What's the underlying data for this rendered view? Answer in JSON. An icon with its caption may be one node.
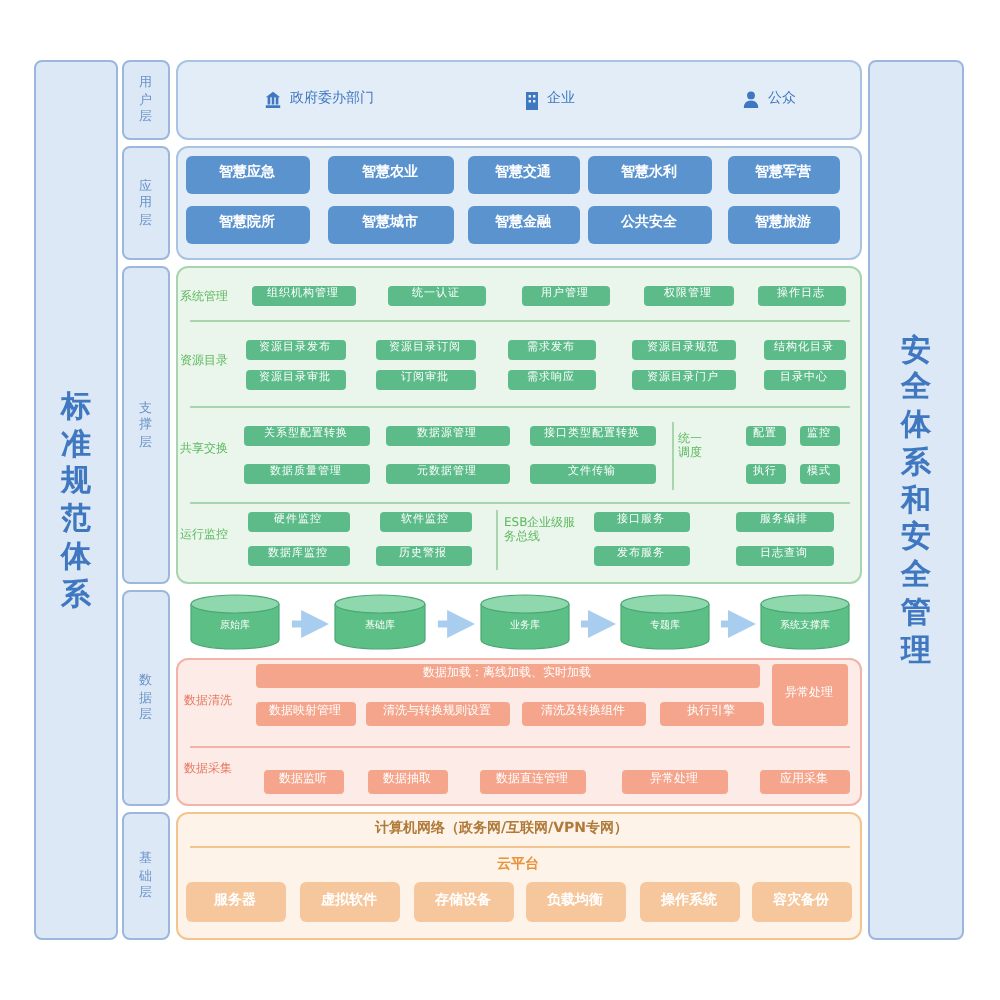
{
  "diagram": {
    "nodes": [
      {
        "text": [
          "标准规范体系"
        ]
      },
      {
        "text": [
          "用户层"
        ]
      },
      {
        "text": [],
        "shape": "box"
      },
      {
        "text": [
          "政府委办部门"
        ],
        "in": 2
      },
      {
        "text": [
          "企业"
        ],
        "in": 2
      },
      {
        "text": [
          "公众"
        ],
        "in": 2
      },
      {
        "text": [
          "应用层"
        ]
      },
      {
        "text": [],
        "shape": "box"
      },
      {
        "text": [
          "智慧应急"
        ],
        "in": 7
      },
      {
        "text": [
          "智慧农业"
        ],
        "in": 7
      },
      {
        "text": [
          "智慧交通"
        ],
        "in": 7
      },
      {
        "text": [
          "智慧水利"
        ],
        "in": 7
      },
      {
        "text": [
          "智慧军营"
        ],
        "in": 7
      },
      {
        "text": [
          "智慧院所"
        ],
        "in": 7
      },
      {
        "text": [
          "智慧城市"
        ],
        "in": 7
      },
      {
        "text": [
          "智慧金融"
        ],
        "in": 7
      },
      {
        "text": [
          "公共安全"
        ],
        "in": 7
      },
      {
        "text": [
          "智慧旅游"
        ],
        "in": 7
      },
      {
        "text": [
          "支撑层"
        ]
      },
      {
        "text": [],
        "shape": "box"
      },
      {
        "text": [
          "组织机构管理"
        ],
        "in": 19
      },
      {
        "text": [
          "统一认证"
        ],
        "in": 19
      },
      {
        "text": [
          "用户管理"
        ],
        "in": 19
      },
      {
        "text": [
          "权限管理"
        ],
        "in": 19
      },
      {
        "text": [
          "操作日志"
        ],
        "in": 19
      },
      {
        "text": [
          "资源目录发布"
        ],
        "in": 19
      },
      {
        "text": [
          "资源目录订阅"
        ],
        "in": 19
      },
      {
        "text": [
          "需求发布"
        ],
        "in": 19
      },
      {
        "text": [
          "资源目录规范"
        ],
        "in": 19
      },
      {
        "text": [
          "结构化目录"
        ],
        "in": 19
      },
      {
        "text": [
          "资源目录审批"
        ],
        "in": 19
      },
      {
        "text": [
          "订阅审批"
        ],
        "in": 19
      },
      {
        "text": [
          "需求响应"
        ],
        "in": 19
      },
      {
        "text": [
          "资源目录门户"
        ],
        "in": 19
      },
      {
        "text": [
          "目录中心"
        ],
        "in": 19
      },
      {
        "text": [
          "关系型配置转换"
        ],
        "in": 19
      },
      {
        "text": [
          "数据源管理"
        ],
        "in": 19
      },
      {
        "text": [
          "接口类型配置转换"
        ],
        "in": 19
      },
      {
        "text": [
          "数据质量管理"
        ],
        "in": 19
      },
      {
        "text": [
          "元数据管理"
        ],
        "in": 19
      },
      {
        "text": [
          "文件传输"
        ],
        "in": 19
      },
      {
        "text": [
          "配置"
        ],
        "in": 19
      },
      {
        "text": [
          "监控"
        ],
        "in": 19
      },
      {
        "text": [
          "执行"
        ],
        "in": 19
      },
      {
        "text": [
          "模式"
        ],
        "in": 19
      },
      {
        "text": [
          "硬件监控"
        ],
        "in": 19
      },
      {
        "text": [
          "软件监控"
        ],
        "in": 19
      },
      {
        "text": [
          "数据库监控"
        ],
        "in": 19
      },
      {
        "text": [
          "历史警报"
        ],
        "in": 19
      },
      {
        "text": [
          "接口服务"
        ],
        "in": 19
      },
      {
        "text": [
          "服务编排"
        ],
        "in": 19
      },
      {
        "text": [
          "发布服务"
        ],
        "in": 19
      },
      {
        "text": [
          "日志查询"
        ],
        "in": 19
      },
      {
        "text": [
          "数据层"
        ]
      },
      {
        "text": [
          "原始库"
        ]
      },
      {
        "text": [
          "基础库"
        ]
      },
      {
        "text": [
          "业务库"
        ]
      },
      {
        "text": [
          "专题库"
        ]
      },
      {
        "text": [
          "系统支撑库"
        ]
      },
      {
        "text": [],
        "shape": "box"
      },
      {
        "text": [
          "数据加载：离线加载、实时加载"
        ],
        "in": 59
      },
      {
        "text": [
          "异常处理"
        ],
        "in": 59
      },
      {
        "text": [
          "数据映射管理"
        ],
        "in": 59
      },
      {
        "text": [
          "清洗与转换规则设置"
        ],
        "in": 59
      },
      {
        "text": [
          "清洗及转换组件"
        ],
        "in": 59
      },
      {
        "text": [
          "执行引擎"
        ],
        "in": 59
      },
      {
        "text": [
          "数据监听"
        ],
        "in": 59
      },
      {
        "text": [
          "数据抽取"
        ],
        "in": 59
      },
      {
        "text": [
          "数据直连管理"
        ],
        "in": 59
      },
      {
        "text": [
          "异常处理"
        ],
        "in": 59
      },
      {
        "text": [
          "应用采集"
        ],
        "in": 59
      },
      {
        "text": [
          "基础层"
        ]
      },
      {
        "text": [],
        "shape": "box"
      },
      {
        "text": [
          "服务器"
        ],
        "in": 72
      },
      {
        "text": [
          "虚拟软件"
        ],
        "in": 72
      },
      {
        "text": [
          "存储设备"
        ],
        "in": 72
      },
      {
        "text": [
          "负载均衡"
        ],
        "in": 72
      },
      {
        "text": [
          "操作系统"
        ],
        "in": 72
      },
      {
        "text": [
          "容灾备份"
        ],
        "in": 72
      },
      {
        "text": [
          "安全体系和安全管理"
        ]
      }
    ],
    "edges": [
      {
        "from": 54,
        "to": 55,
        "arrow": "to"
      },
      {
        "from": 55,
        "to": 56,
        "arrow": "to"
      },
      {
        "from": 56,
        "to": 57,
        "arrow": "to"
      },
      {
        "from": 57,
        "to": 58,
        "arrow": "to"
      }
    ],
    "labels": [
      "系统管理",
      "资源目录",
      "共享交换",
      "统一调度",
      "运行监控",
      "ESB企业级服务总线",
      "数据清洗",
      "数据采集",
      "计算机网络（政务网/互联网/VPN专网）",
      "云平台"
    ]
  }
}
